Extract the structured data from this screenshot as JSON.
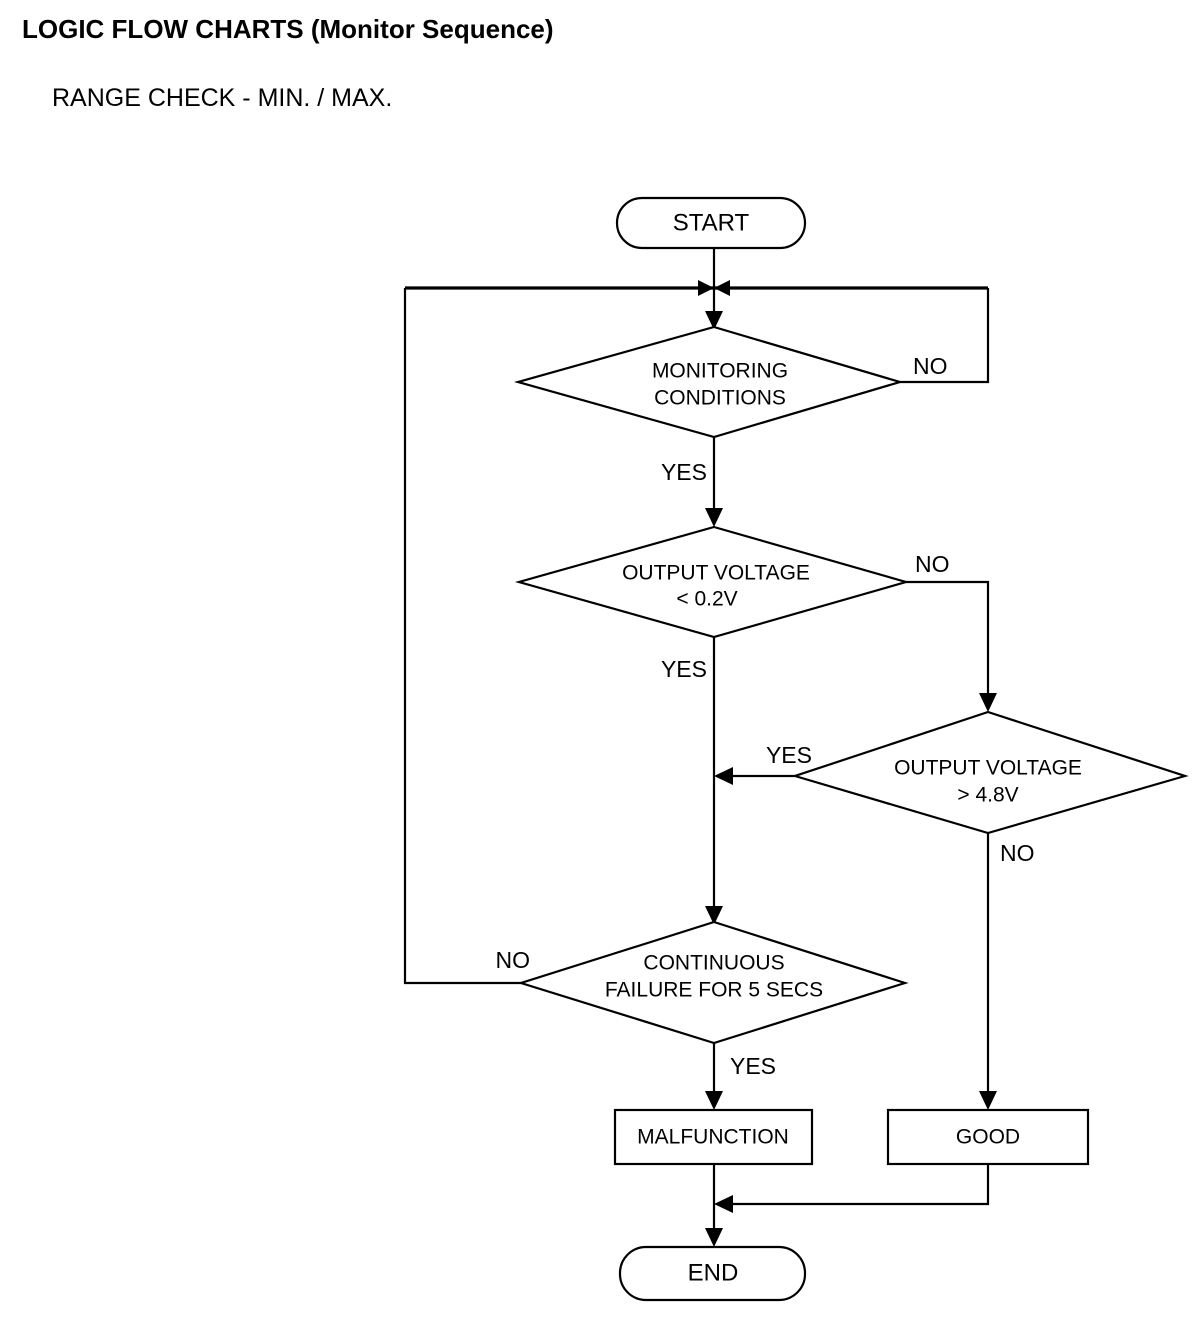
{
  "header": {
    "title": "LOGIC FLOW CHARTS (Monitor Sequence)",
    "subtitle": "RANGE CHECK - MIN. / MAX."
  },
  "colors": {
    "stroke": "#000000",
    "fill": "#ffffff",
    "text": "#000000"
  },
  "chart_data": {
    "type": "diagram",
    "title": "LOGIC FLOW CHARTS (Monitor Sequence)",
    "subtitle": "RANGE CHECK - MIN. / MAX.",
    "nodes": [
      {
        "id": "start",
        "shape": "terminator",
        "label": "START"
      },
      {
        "id": "monitoring",
        "shape": "decision",
        "line1": "MONITORING",
        "line2": "CONDITIONS"
      },
      {
        "id": "vmin",
        "shape": "decision",
        "line1": "OUTPUT VOLTAGE",
        "line2": "< 0.2V"
      },
      {
        "id": "vmax",
        "shape": "decision",
        "line1": "OUTPUT VOLTAGE",
        "line2": "> 4.8V"
      },
      {
        "id": "contfail",
        "shape": "decision",
        "line1": "CONTINUOUS",
        "line2": "FAILURE FOR 5 SECS"
      },
      {
        "id": "malfunction",
        "shape": "process",
        "label": "MALFUNCTION"
      },
      {
        "id": "good",
        "shape": "process",
        "label": "GOOD"
      },
      {
        "id": "end",
        "shape": "terminator",
        "label": "END"
      }
    ],
    "edges": [
      {
        "from": "start",
        "to": "monitoring",
        "label": ""
      },
      {
        "from": "monitoring",
        "to": "start-join",
        "label": "NO"
      },
      {
        "from": "monitoring",
        "to": "vmin",
        "label": "YES"
      },
      {
        "from": "vmin",
        "to": "vmax",
        "label": "NO"
      },
      {
        "from": "vmin",
        "to": "contfail",
        "label": "YES"
      },
      {
        "from": "vmax",
        "to": "contfail",
        "label": "YES"
      },
      {
        "from": "vmax",
        "to": "good",
        "label": "NO"
      },
      {
        "from": "contfail",
        "to": "start-join",
        "label": "NO"
      },
      {
        "from": "contfail",
        "to": "malfunction",
        "label": "YES"
      },
      {
        "from": "malfunction",
        "to": "end",
        "label": ""
      },
      {
        "from": "good",
        "to": "end",
        "label": ""
      }
    ],
    "edge_labels": {
      "monitoring_no": "NO",
      "monitoring_yes": "YES",
      "vmin_no": "NO",
      "vmin_yes": "YES",
      "vmax_yes": "YES",
      "vmax_no": "NO",
      "contfail_no": "NO",
      "contfail_yes": "YES"
    }
  }
}
